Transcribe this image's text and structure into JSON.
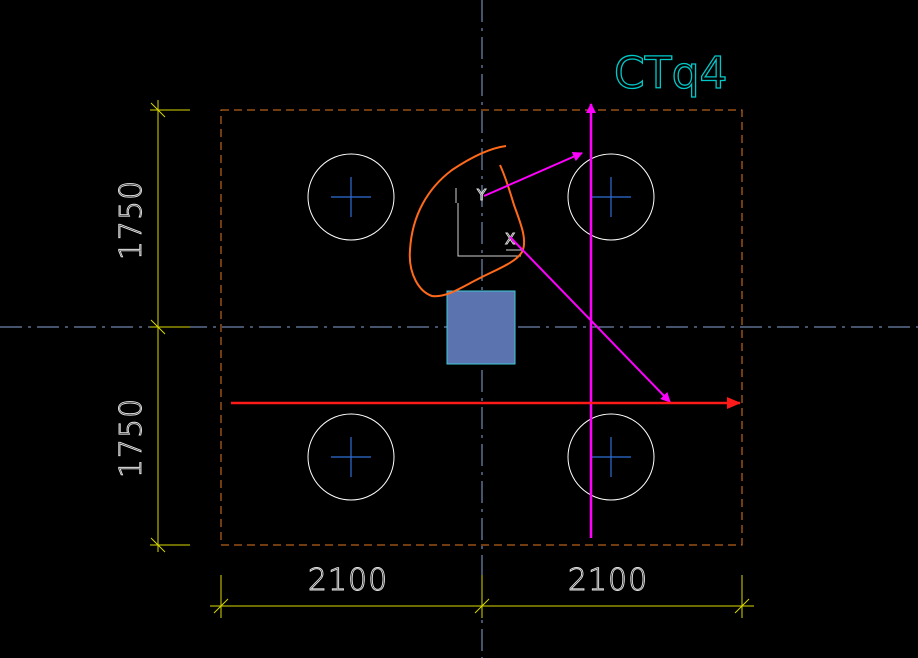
{
  "drawing": {
    "tag": "CTq4",
    "dimensions": {
      "left_top": "1750",
      "left_bottom": "1750",
      "bottom_left": "2100",
      "bottom_right": "2100"
    },
    "ucs": {
      "y_label": "Y",
      "x_label": "X"
    },
    "pile_count": 4,
    "colors": {
      "background": "#000000",
      "pile_outline": "#ffffff",
      "pile_cross": "#2f6fd8",
      "centerline": "#8aa8d8",
      "cap_outline": "#e07820",
      "dimension": "#d8d800",
      "tag": "#00c8c8",
      "column_fill": "#5b74b0",
      "column_edge": "#40c8d8",
      "magenta_arrow": "#ff00ff",
      "red_arrow": "#ff1a1a",
      "annotation": "#ff6a1a"
    }
  }
}
